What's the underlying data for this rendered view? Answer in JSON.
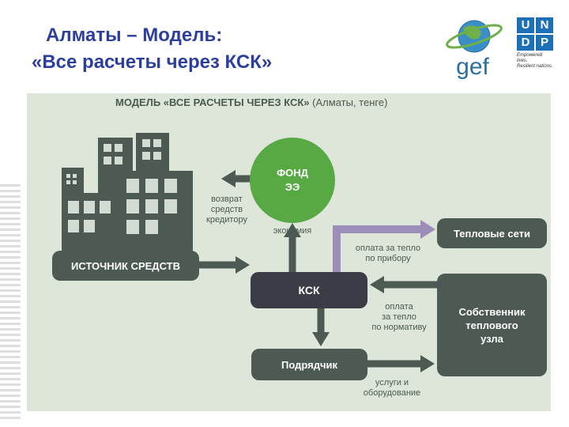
{
  "title": {
    "line1": "Алматы – Модель:",
    "line2": "«Все расчеты через КСК»"
  },
  "logos": {
    "gef_text": "gef",
    "undp_letters": [
      "U",
      "N",
      "D",
      "P"
    ],
    "undp_tagline": [
      "Empowered lives.",
      "Resilient nations."
    ]
  },
  "diagram": {
    "heading": "МОДЕЛЬ «ВСЕ РАСЧЕТЫ ЧЕРЕЗ КСК»",
    "heading_sub": "(Алматы, тенге)",
    "fund": [
      "ФОНД",
      "ЭЭ"
    ],
    "refund_label": [
      "возврат",
      "средств",
      "кредитору"
    ],
    "savings_label": "экономия",
    "source": "ИСТОЧНИК СРЕДСТВ",
    "ksk": "КСК",
    "heat_networks": "Тепловые сети",
    "meter_payment": [
      "оплата за тепло",
      "по прибору"
    ],
    "owner": [
      "Собственник",
      "теплового",
      "узла"
    ],
    "norm_payment": [
      "оплата",
      "за тепло",
      "по нормативу"
    ],
    "contractor": "Подрядчик",
    "services_label": [
      "услуги и",
      "оборудование"
    ]
  },
  "colors": {
    "title": "#2c3e9e",
    "panel_bg": "#dde6d8",
    "dark_green": "#4c5a53",
    "ksk_dark": "#3c3c47",
    "fund_green": "#58a844",
    "arrow_purple": "#9b8fba",
    "undp_blue": "#1d6fb6"
  }
}
